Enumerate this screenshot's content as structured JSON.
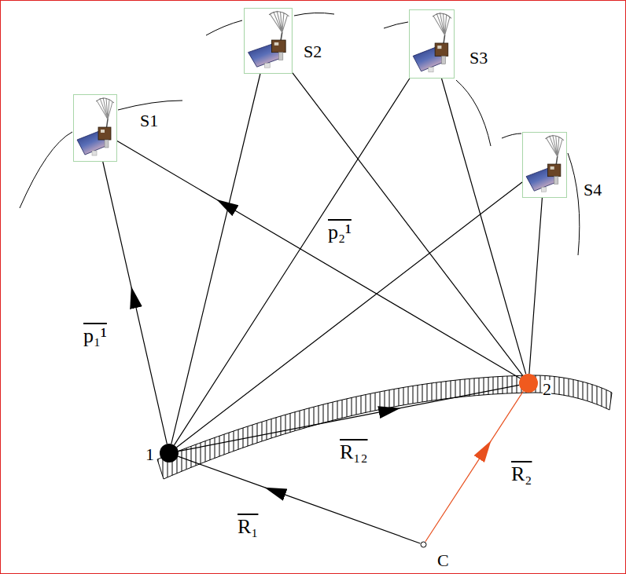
{
  "diagram": {
    "nodes": [
      {
        "text": [
          "S1"
        ]
      },
      {
        "text": [
          "S2"
        ]
      },
      {
        "text": [
          "S3"
        ]
      },
      {
        "text": [
          "S4"
        ]
      },
      {
        "text": [
          "1"
        ]
      },
      {
        "text": [
          "2"
        ]
      },
      {
        "text": [
          "C"
        ]
      }
    ],
    "edges": [
      {
        "from": 4,
        "to": 0,
        "arrow": "to",
        "label": "p₁¹"
      },
      {
        "from": 4,
        "to": 1,
        "arrow": "none"
      },
      {
        "from": 4,
        "to": 2,
        "arrow": "none"
      },
      {
        "from": 4,
        "to": 3,
        "arrow": "none"
      },
      {
        "from": 5,
        "to": 0,
        "arrow": "to",
        "label": "p₂¹"
      },
      {
        "from": 5,
        "to": 1,
        "arrow": "none"
      },
      {
        "from": 5,
        "to": 2,
        "arrow": "none"
      },
      {
        "from": 5,
        "to": 3,
        "arrow": "none"
      },
      {
        "from": 4,
        "to": 5,
        "arrow": "to",
        "label": "R₁₂"
      },
      {
        "from": 6,
        "to": 4,
        "arrow": "to",
        "label": "R₁"
      },
      {
        "from": 6,
        "to": 5,
        "arrow": "to",
        "label": "R₂"
      }
    ]
  }
}
